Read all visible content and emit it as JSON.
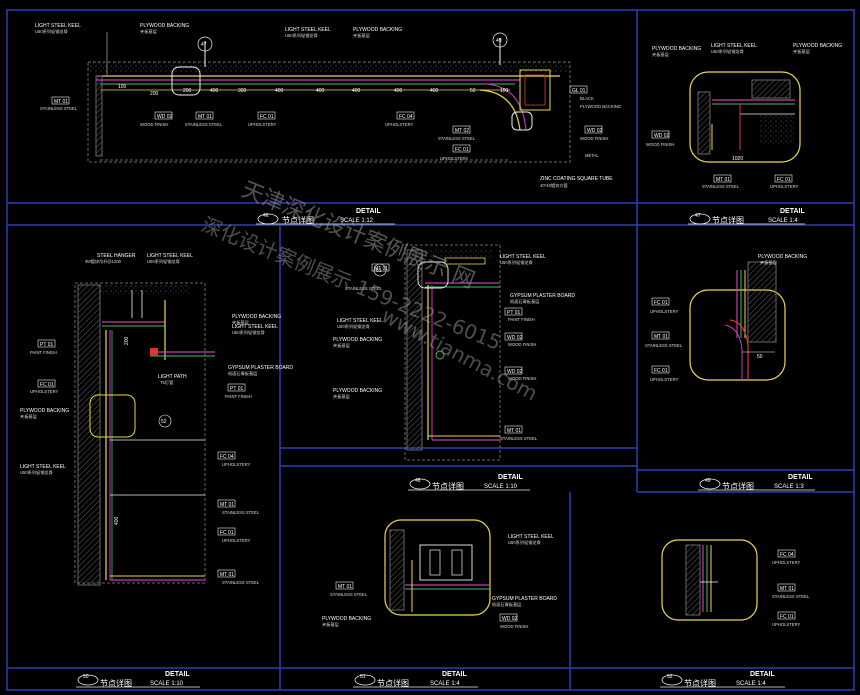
{
  "labels": {
    "light_steel_keel": "LIGHT STEEL KEEL",
    "light_steel_keel_cn": "U50系列轻钢龙骨",
    "plywood_backing": "PLYWOOD BACKING",
    "plywood_backing_cn": "夹板基层",
    "steel_hanger": "STEEL HANGER",
    "steel_hanger_cn": "Φ8镀锌吊杆@1200",
    "gypsum_board": "GYPSUM PLASTER BOARD",
    "gypsum_board_cn": "纸面石膏板基层",
    "light_path": "LIGHT PATH",
    "light_path_cn": "T5灯管",
    "zinc_tube": "ZINC COATING SQUARE TUBE",
    "zinc_tube_cn": "40*40镀锌方管",
    "metal": "METAL",
    "black": "BLACK",
    "wood_finish": "WOOD FINISH",
    "stainless_steel": "STAINLESS STEEL",
    "upholstery": "UPHOLSTERY",
    "paint_finish": "PAINT FINISH"
  },
  "tags": {
    "mt01": "MT 01",
    "wd02": "WD 02",
    "fc01": "FC 01",
    "fc04": "FC 04",
    "mt02": "MT 02",
    "pt01": "PT 01",
    "gl01": "GL 01"
  },
  "callouts": [
    "47",
    "49",
    "51",
    "52"
  ],
  "dims": {
    "top": [
      "100",
      "200",
      "200",
      "400",
      "300",
      "400",
      "400",
      "400",
      "400",
      "400",
      "50",
      "100"
    ],
    "detail47": "1020",
    "detail50_a": "200",
    "detail50_b": "400",
    "detail49": "50"
  },
  "panels": [
    {
      "num": "46",
      "cn": "节点详图",
      "scale": "SCALE 1:12",
      "title": "DETAIL"
    },
    {
      "num": "47",
      "cn": "节点详图",
      "scale": "SCALE 1:4",
      "title": "DETAIL"
    },
    {
      "num": "48",
      "cn": "节点详图",
      "scale": "SCALE 1:10",
      "title": "DETAIL"
    },
    {
      "num": "49",
      "cn": "节点详图",
      "scale": "SCALE 1:3",
      "title": "DETAIL"
    },
    {
      "num": "50",
      "cn": "节点详图",
      "scale": "SCALE 1:10",
      "title": "DETAIL"
    },
    {
      "num": "51",
      "cn": "节点详图",
      "scale": "SCALE 1:4",
      "title": "DETAIL"
    },
    {
      "num": "52",
      "cn": "节点详图",
      "scale": "SCALE 1:4",
      "title": "DETAIL"
    }
  ],
  "watermark": {
    "line1": "天津深化设计案例展示 网",
    "line2": "深化设计案例展示 159-2222-6015",
    "line3": "www.tianma.com"
  },
  "colors": {
    "frame": "#2d3fb8",
    "yellow": "#e8d84a",
    "magenta": "#c83ab5",
    "green": "#3fbf5a",
    "cyan": "#35b8c8",
    "red": "#d63a2a",
    "white": "#f0f0f0"
  }
}
